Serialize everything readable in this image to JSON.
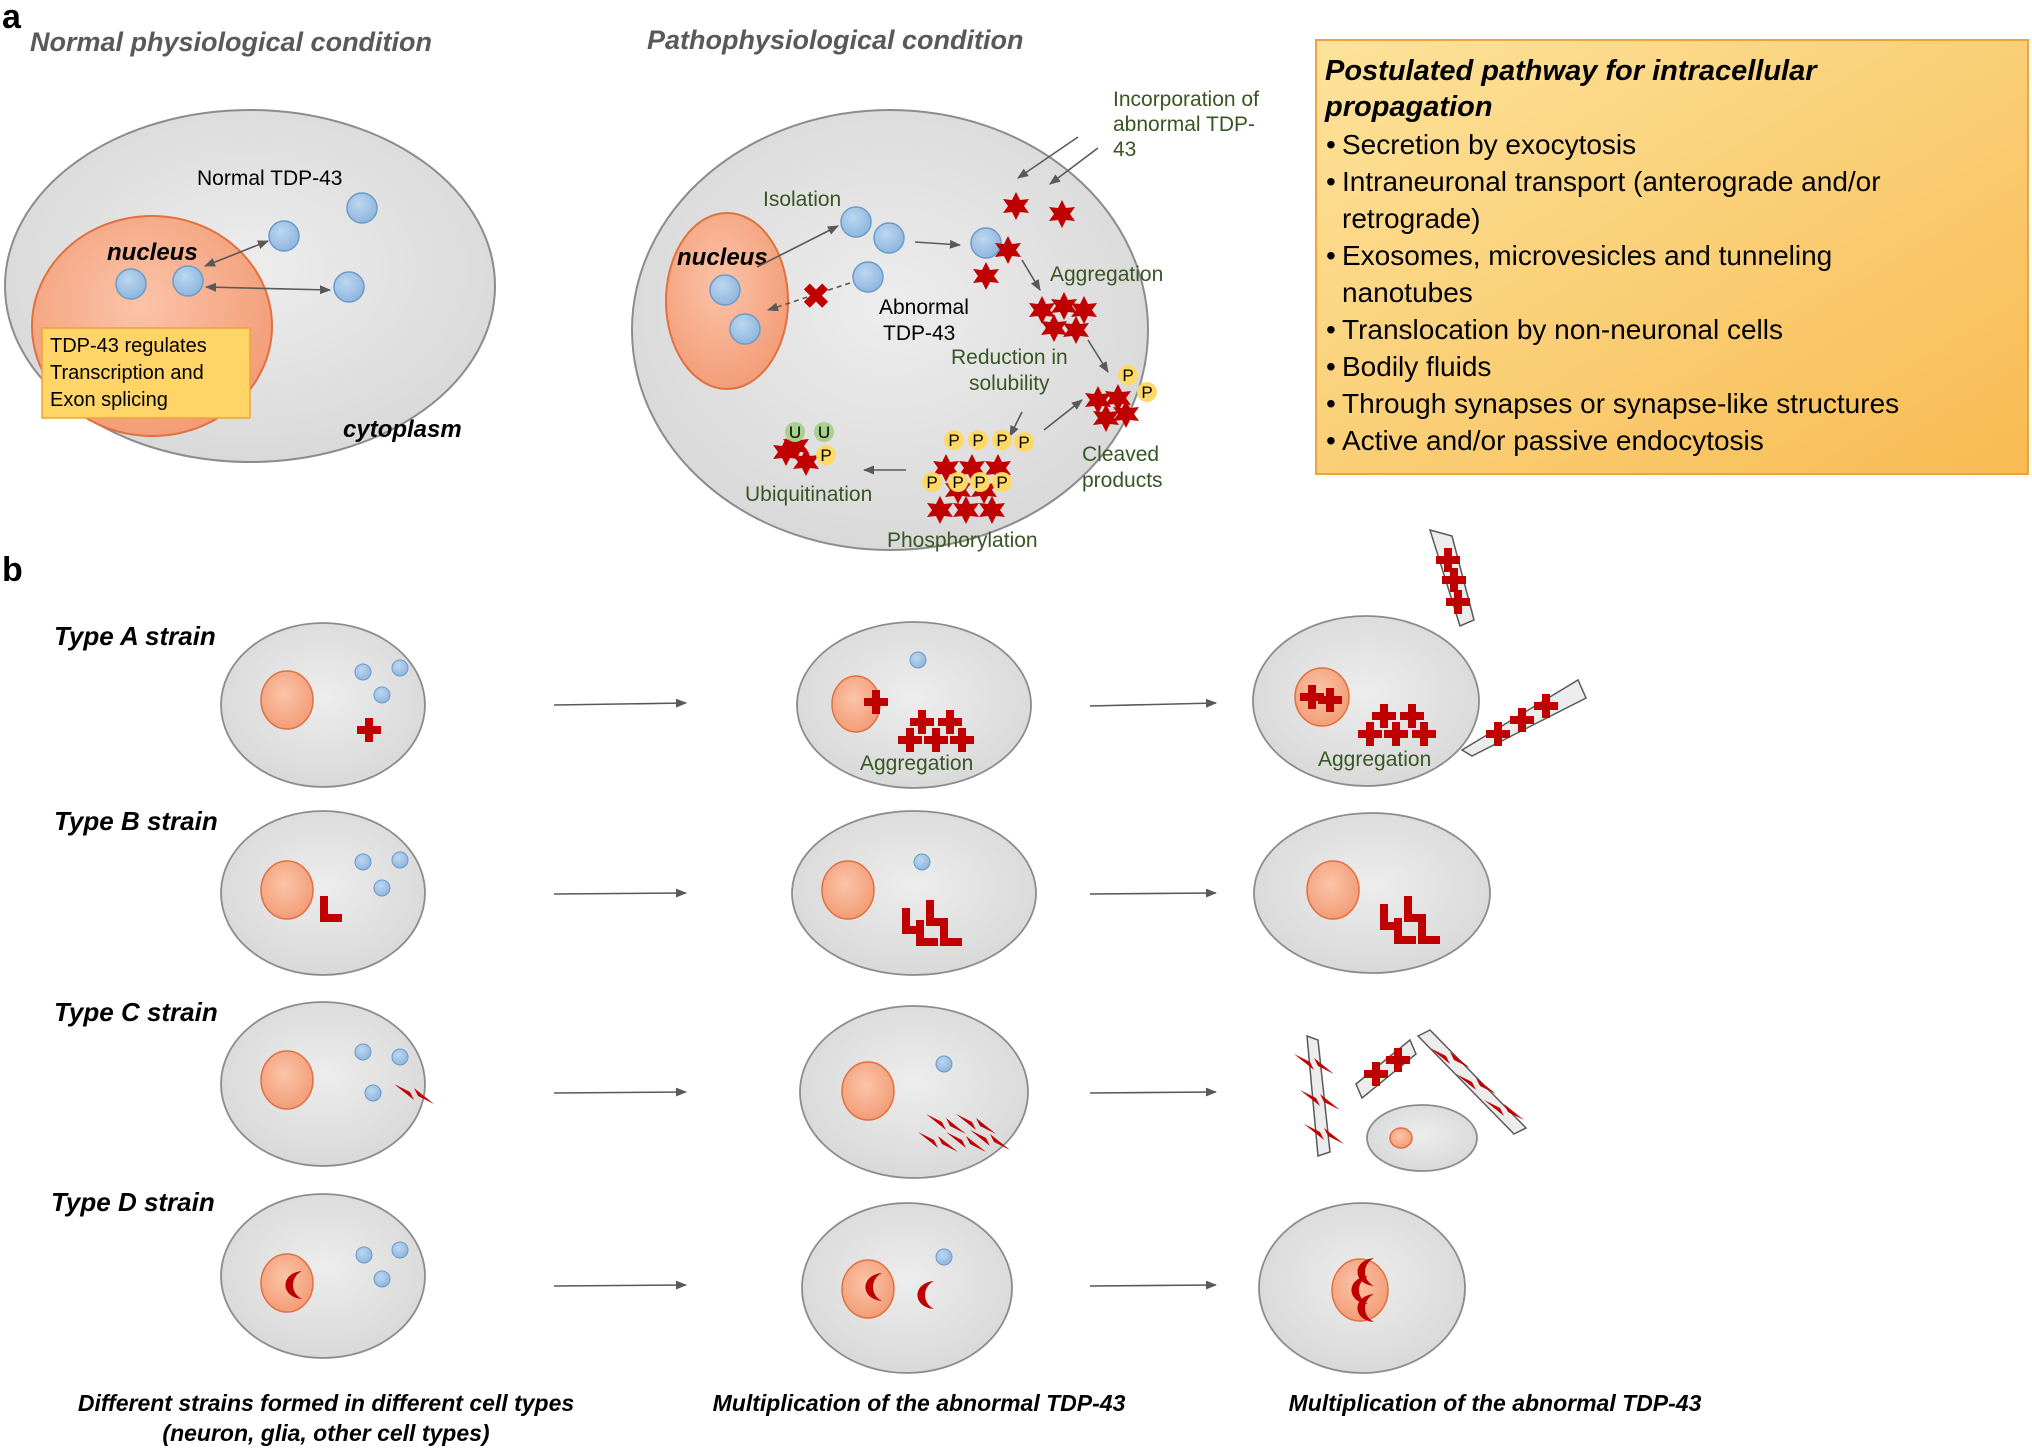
{
  "panel_a": {
    "letter": "a",
    "normal": {
      "title": "Normal physiological condition",
      "protein_label": "Normal TDP-43",
      "nucleus_label": "nucleus",
      "cytoplasm_label": "cytoplasm",
      "regulation_lines": [
        "TDP-43 regulates",
        "Transcription and",
        "Exon splicing"
      ]
    },
    "patho": {
      "title": "Pathophysiological condition",
      "nucleus_label": "nucleus",
      "isolation": "Isolation",
      "incorporation_lines": [
        "Incorporation of",
        "abnormal TDP-",
        "43"
      ],
      "aggregation": "Aggregation",
      "abnormal_lines": [
        "Abnormal",
        "TDP-43"
      ],
      "reduction_lines": [
        "Reduction in",
        "solubility"
      ],
      "cleaved_lines": [
        "Cleaved",
        "products"
      ],
      "ubiquitination": "Ubiquitination",
      "phosphorylation": "Phosphorylation",
      "p_tag": "P",
      "u_tag": "U"
    },
    "pathway_box": {
      "title_lines": [
        "Postulated pathway for intracellular",
        "propagation"
      ],
      "item_lines": [
        "Secretion by exocytosis",
        "Intraneuronal transport (anterograde and/or",
        "retrograde)",
        "Exosomes, microvesicles and tunneling",
        "nanotubes",
        "Translocation by non-neuronal cells",
        "Bodily fluids",
        "Through synapses or synapse-like structures",
        "Active and/or passive endocytosis"
      ],
      "bullet": "•"
    }
  },
  "panel_b": {
    "letter": "b",
    "strains": [
      "Type A strain",
      "Type B strain",
      "Type C strain",
      "Type D strain"
    ],
    "aggregation": "Aggregation",
    "captions": {
      "col1_lines": [
        "Different strains formed in different cell types",
        "(neuron, glia, other cell types)"
      ],
      "col2": "Multiplication of the abnormal TDP-43",
      "col3": "Multiplication of the abnormal TDP-43"
    }
  },
  "colors": {
    "cell_fill": "#e3e3e3",
    "cell_stroke": "#8c8c8c",
    "nucleus_fill": "#f4a582",
    "nucleus_stroke": "#e07040",
    "protein_fill": "#9dc3e6",
    "protein_stroke": "#6a9bc9",
    "aggregate": "#c00000",
    "green_label": "#375623",
    "tag_fill": "#ffd966",
    "box_fill": "#fbc65a"
  }
}
